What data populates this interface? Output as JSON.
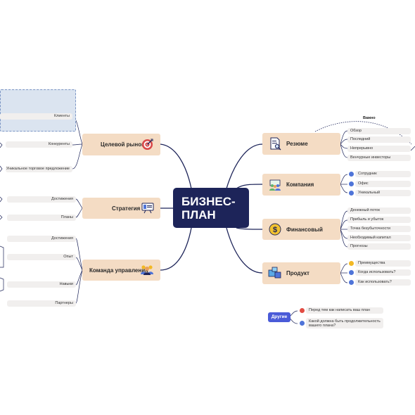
{
  "center": {
    "line1": "БИЗНЕС-",
    "line2": "ПЛАН"
  },
  "left_topics": {
    "target_market": {
      "label": "Целевой рынок",
      "leaves": [
        "Клиенты",
        "Конкуренты",
        "Уникальное торговое предложение"
      ]
    },
    "strategy": {
      "label": "Стратегия",
      "leaves": [
        "Достижения",
        "Планы"
      ]
    },
    "team": {
      "label": "Команда управления",
      "leaves": [
        "Достижения",
        "Опыт",
        "Навыки",
        "Партнеры"
      ]
    }
  },
  "right_topics": {
    "resume": {
      "label": "Резюме",
      "leaves": [
        "Обзор",
        "Последний",
        "Непрерывно",
        "Венчурные инвесторы"
      ],
      "note": "Важно"
    },
    "company": {
      "label": "Компания",
      "leaves": [
        "Сотрудник",
        "Офис",
        "Уникальный"
      ]
    },
    "finance": {
      "label": "Финансовый",
      "leaves": [
        "Денежный поток",
        "Прибыль и убыток",
        "Точка безубыточности",
        "Необходимый капитал",
        "Прогнозы"
      ]
    },
    "product": {
      "label": "Продукт",
      "leaves": [
        "Преимущества",
        "Когда использовать?",
        "Как использовать?"
      ]
    }
  },
  "other": {
    "label": "Другие",
    "items": [
      "Перед тем как написать ваш план",
      "Какой должна быть продолжительность вашего плана?"
    ]
  },
  "colors": {
    "center_bg": "#1d2459",
    "topic_bg": "#f4dcc4",
    "leaf_bg": "#f1efee",
    "line": "#1d2459",
    "accent_blue": "#4a5bd8",
    "dot_blue": "#4f74d8",
    "dot_yellow": "#f2b824",
    "dot_red": "#e24c43",
    "note_box": "#dbe4f0"
  },
  "icons": {
    "target_market": "target-icon",
    "strategy": "presentation-board-icon",
    "team": "team-icon",
    "resume": "document-search-icon",
    "company": "company-people-icon",
    "finance": "dollar-coin-icon",
    "product": "boxes-icon"
  }
}
